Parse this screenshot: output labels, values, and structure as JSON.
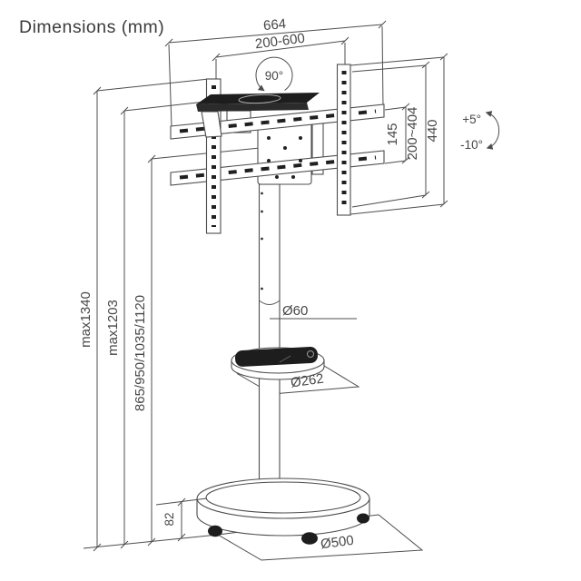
{
  "title": "Dimensions (mm)",
  "colors": {
    "background": "#ffffff",
    "line": "#4d4d4d",
    "text": "#474747",
    "dark_fill": "#1d1d1d"
  },
  "labels": {
    "width_total": "664",
    "width_vesa_range": "200-600",
    "swivel_angle": "90°",
    "crossbar_spacing": "145",
    "vesa_vertical_range": "200~404",
    "bracket_height": "440",
    "tilt_up": "+5°",
    "tilt_down": "-10°",
    "height_max_total": "max1340",
    "height_max_center": "max1203",
    "height_positions": "865/950/1035/1120",
    "pole_diameter": "Ø60",
    "shelf_diameter": "Ø262",
    "base_thickness": "82",
    "base_diameter": "Ø500"
  }
}
